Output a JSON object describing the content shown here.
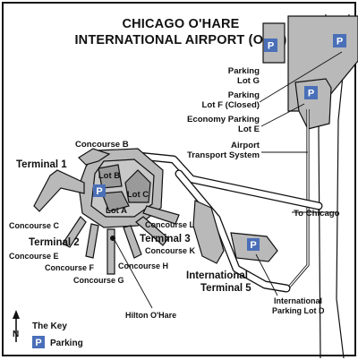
{
  "title": {
    "line1": "CHICAGO O'HARE",
    "line2": "INTERNATIONAL AIRPORT (ORD)"
  },
  "labels": {
    "parking_lot_g": [
      "Parking",
      "Lot G"
    ],
    "parking_lot_f": [
      "Parking",
      "Lot F (Closed)"
    ],
    "economy_lot_e": [
      "Economy Parking",
      "Lot E"
    ],
    "ats": [
      "Airport",
      "Transport System"
    ],
    "to_chicago": "To Chicago",
    "terminal_1": "Terminal 1",
    "terminal_2": "Terminal 2",
    "terminal_3": "Terminal 3",
    "intl_terminal_5": [
      "International",
      "Terminal 5"
    ],
    "intl_lot_d": [
      "International",
      "Parking Lot D"
    ],
    "hilton": "Hilton O'Hare",
    "lot_a": "Lot A",
    "lot_b": "Lot B",
    "lot_c": "Lot C",
    "concourse_b": "Concourse B",
    "concourse_c": "Concourse C",
    "concourse_e": "Concourse E",
    "concourse_f": "Concourse F",
    "concourse_g": "Concourse G",
    "concourse_h": "Concourse H",
    "concourse_k": "Concourse K",
    "concourse_l": "Concourse L"
  },
  "legend": {
    "heading": "The Key",
    "parking_label": "Parking",
    "north": "N"
  },
  "parking_symbol": "P",
  "colors": {
    "parking_blue": "#4a6fb8",
    "gray_area": "#b9b9b9",
    "dark_area": "#9a9a9a",
    "line": "#111111"
  },
  "icons": {
    "parking": "parking-icon",
    "north_arrow": "north-arrow-icon"
  }
}
